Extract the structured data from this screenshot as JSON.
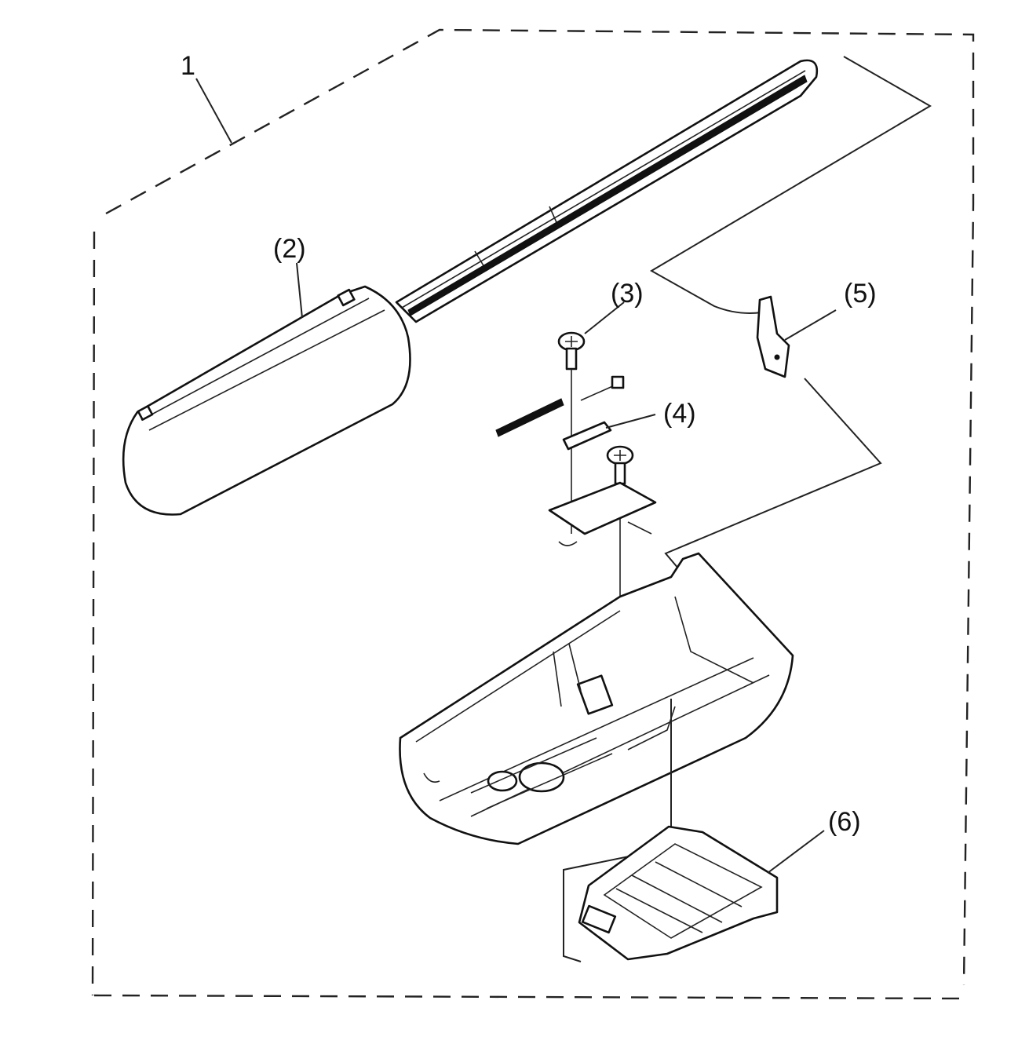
{
  "diagram": {
    "callouts": {
      "assembly": "1",
      "part_2": "(2)",
      "part_3": "(3)",
      "part_4": "(4)",
      "part_5": "(5)",
      "part_6": "(6)"
    },
    "parts": [
      {
        "id": "assembly",
        "kind": "complete unit (dashed outline)"
      },
      {
        "id": "part_2",
        "kind": "rail / light lens cover"
      },
      {
        "id": "part_3",
        "kind": "screw"
      },
      {
        "id": "part_4",
        "kind": "bracket with spring"
      },
      {
        "id": "part_5",
        "kind": "clip"
      },
      {
        "id": "part_6",
        "kind": "cover / tray"
      }
    ],
    "colors": {
      "ink": "#111111",
      "paper": "#ffffff"
    }
  }
}
